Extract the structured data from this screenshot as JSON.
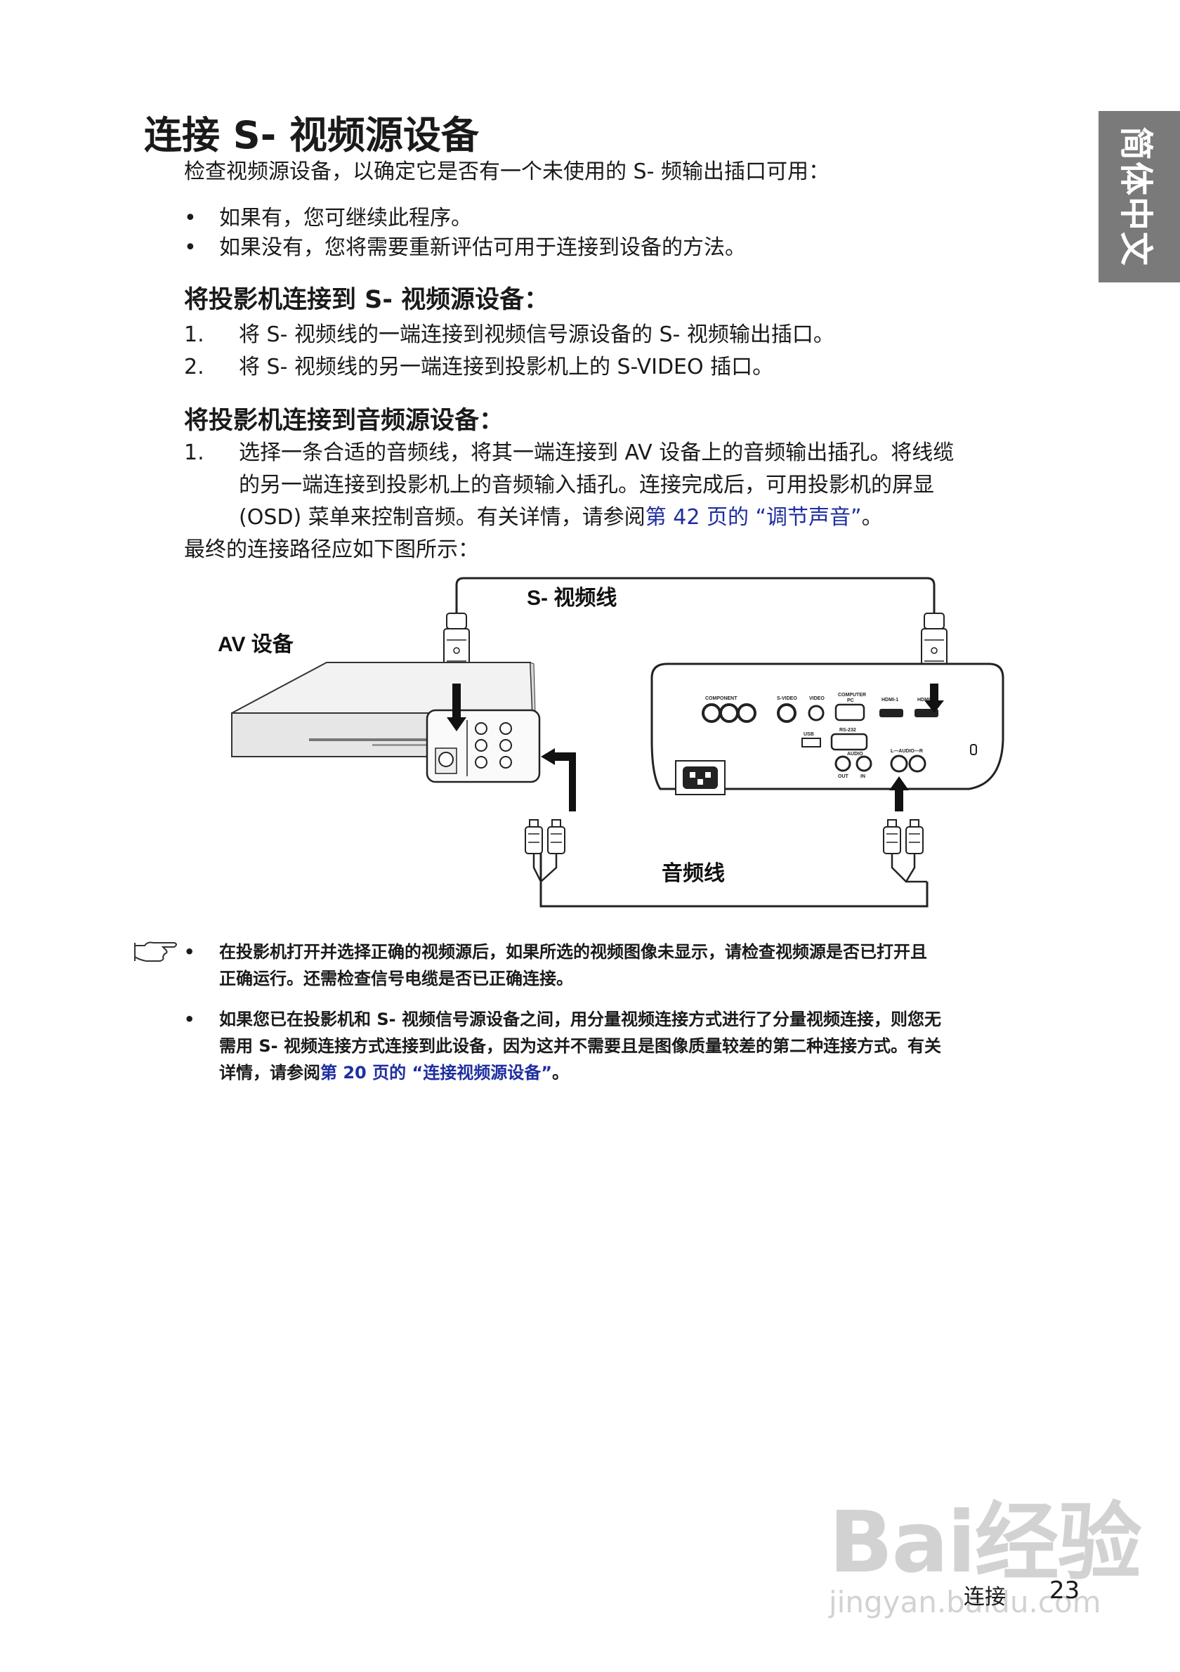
{
  "side_tab": "简体中文",
  "title": "连接 S- 视频源设备",
  "intro": "检查视频源设备，以确定它是否有一个未使用的 S- 频输出插口可用：",
  "bullets": [
    "如果有，您可继续此程序。",
    "如果没有，您将需要重新评估可用于连接到设备的方法。"
  ],
  "section1": {
    "heading": "将投影机连接到 S- 视频源设备：",
    "steps": [
      {
        "num": "1.",
        "text": "将 S- 视频线的一端连接到视频信号源设备的 S- 视频输出插口。"
      },
      {
        "num": "2.",
        "text": "将 S- 视频线的另一端连接到投影机上的 S-VIDEO 插口。"
      }
    ]
  },
  "section2": {
    "heading": "将投影机连接到音频源设备：",
    "step_num": "1.",
    "step_line1": "选择一条合适的音频线，将其一端连接到 AV 设备上的音频输出插孔。将线缆",
    "step_line2": "的另一端连接到投影机上的音频输入插孔。连接完成后，可用投影机的屏显",
    "step_line3_pre": "(OSD) 菜单来控制音频。有关详情，请参阅",
    "step_line3_link": "第 42 页的 “调节声音”",
    "step_line3_post": "。",
    "final": "最终的连接路径应如下图所示："
  },
  "diagram": {
    "svideo_label": "S- 视频线",
    "av_label": "AV 设备",
    "audio_label": "音频线",
    "port_labels": [
      "COMPONENT",
      "S-VIDEO",
      "VIDEO",
      "COMPUTER",
      "PC",
      "HDMI-1",
      "HDMI-2",
      "RS-232",
      "USB",
      "AUDIO",
      "OUT",
      "IN",
      "L—AUDIO—R"
    ]
  },
  "notes": {
    "note1_line1": "在投影机打开并选择正确的视频源后，如果所选的视频图像未显示，请检查视频源是否已打开且",
    "note1_line2": "正确运行。还需检查信号电缆是否已正确连接。",
    "note2_line1": "如果您已在投影机和 S- 视频信号源设备之间，用分量视频连接方式进行了分量视频连接，则您无",
    "note2_line2": "需用 S- 视频连接方式连接到此设备，因为这并不需要且是图像质量较差的第二种连接方式。有关",
    "note2_line3_pre": "详情，请参阅",
    "note2_line3_link": "第 20 页的 “连接视频源设备”",
    "note2_line3_post": "。"
  },
  "footer": {
    "section": "连接",
    "page": "23"
  },
  "watermark": {
    "brand": "Bai经验",
    "url": "jingyan.baidu.com"
  },
  "colors": {
    "link": "#1f2ea0",
    "tab_bg": "#7a7a7a"
  }
}
